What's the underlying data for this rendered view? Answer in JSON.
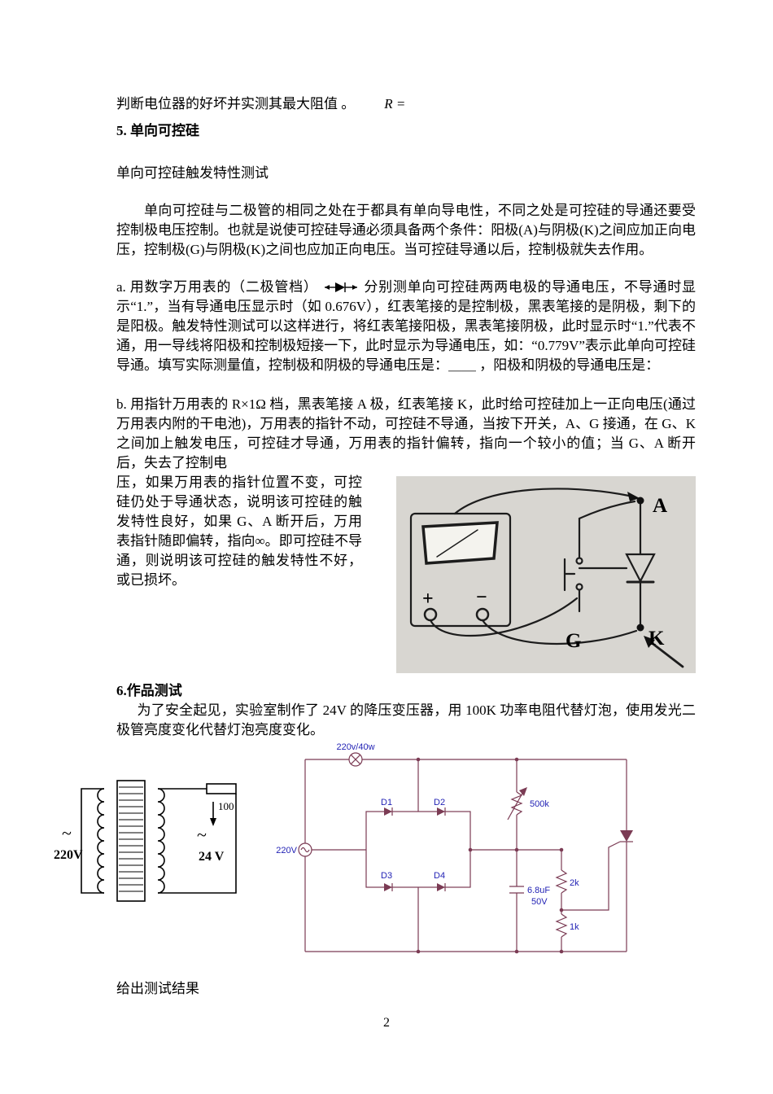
{
  "document": {
    "intro_text": "判断电位器的好坏并实测其最大阻值 。",
    "intro_formula": "R =",
    "section5": {
      "heading": "5. 单向可控硅",
      "subtitle": "单向可控硅触发特性测试",
      "para1": "单向可控硅与二极管的相同之处在于都具有单向导电性，不同之处是可控硅的导通还要受控制极电压控制。也就是说使可控硅导通必须具备两个条件：阳极(A)与阴极(K)之间应加正向电压，控制极(G)与阴极(K)之间也应加正向电压。当可控硅导通以后，控制极就失去作用。",
      "item_a_pre": "a. 用数字万用表的（二极管档）",
      "item_a_post": "分别测单向可控硅两两电极的导通电压，不导通时显示“1.”，当有导通电压显示时（如 0.676V），红表笔接的是控制极，黑表笔接的是阴极，剩下的是阳极。触发特性测试可以这样进行，将红表笔接阳极，黑表笔接阴极，此时显示时“1.”代表不通，用一导线将阳极和控制极短接一下，此时显示为导通电压，如：“0.779V”表示此单向可控硅导通。填写实际测量值，控制极和阴极的导通电压是：＿＿ ，阳极和阴极的导通电压是：",
      "item_b_part1": "b. 用指针万用表的 R×1Ω 档，黑表笔接 A 极，红表笔接 K，此时给可控硅加上一正向电压(通过万用表内附的干电池)，万用表的指针不动，可控硅不导通，当按下开关，A、G 接通，在 G、K 之间加上触发电压，可控硅才导通，万用表的指针偏转，指向一个较小的值；当 G、A 断开后，失去了控制电",
      "item_b_part2": "压，如果万用表的指针位置不变，可控硅仍处于导通状态，说明该可控硅的触发特性良好，如果 G、A 断开后，万用表指针随即偏转，指向∞。即可控硅不导通，则说明该可控硅的触发特性不好，或已损坏。",
      "figure1": {
        "label_a": "A",
        "label_g": "G",
        "label_k": "K",
        "meter_plus": "+",
        "meter_minus": "−"
      }
    },
    "section6": {
      "heading": "6.作品测试",
      "para": "为了安全起见，实验室制作了 24V 的降压变压器，用 100K 功率电阻代替灯泡，使用发光二极管亮度变化代替灯泡亮度变化。",
      "footer": "给出测试结果",
      "figure2": {
        "primary_tilde": "~",
        "primary_voltage": "220V",
        "secondary_tilde": "~",
        "secondary_voltage": "24 V",
        "load_label": "100"
      },
      "figure3": {
        "lamp": "220v/40w",
        "source": "220V",
        "d1": "D1",
        "d2": "D2",
        "d3": "D3",
        "d4": "D4",
        "pot": "500k",
        "cap": "6.8uF",
        "cap_voltage": "50V",
        "r_upper": "2k",
        "r_lower": "1k"
      }
    },
    "page_number": "2"
  }
}
